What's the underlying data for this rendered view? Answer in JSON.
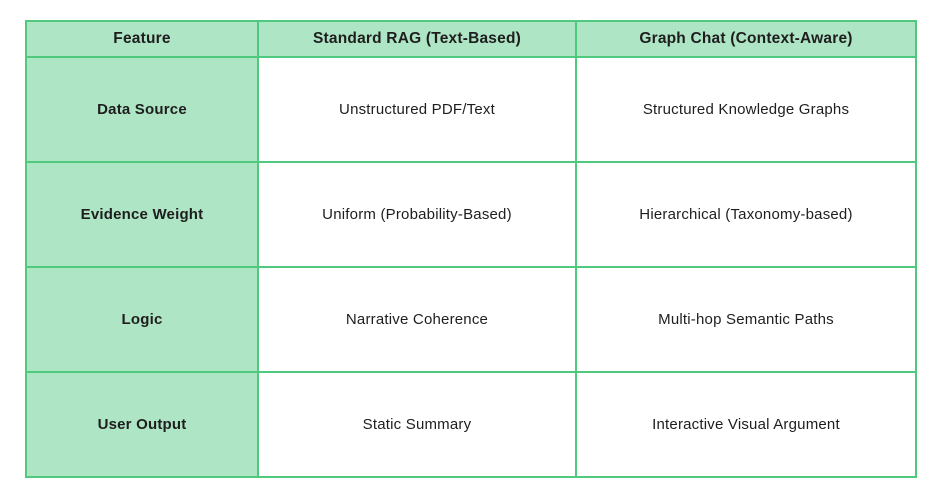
{
  "chart_data": {
    "type": "table",
    "title": "",
    "columns": [
      "Feature",
      "Standard RAG (Text-Based)",
      "Graph Chat (Context-Aware)"
    ],
    "rows": [
      [
        "Data Source",
        "Unstructured PDF/Text",
        "Structured Knowledge Graphs"
      ],
      [
        "Evidence Weight",
        "Uniform (Probability-Based)",
        "Hierarchical (Taxonomy-based)"
      ],
      [
        "Logic",
        "Narrative Coherence",
        "Multi-hop Semantic Paths"
      ],
      [
        "User Output",
        "Static Summary",
        "Interactive Visual Argument"
      ]
    ]
  },
  "colors": {
    "border_green": "#4ec97e",
    "cell_green": "#aee5c4",
    "text": "#1e1e1e",
    "background": "#ffffff"
  }
}
